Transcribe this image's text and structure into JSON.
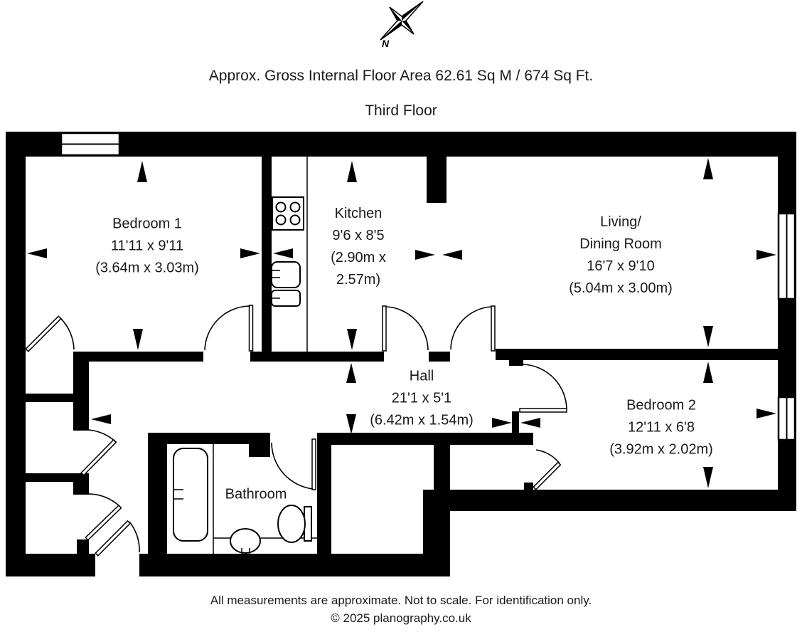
{
  "header": {
    "area": "Approx. Gross Internal Floor Area 62.61 Sq M / 674 Sq Ft.",
    "floor": "Third Floor"
  },
  "compass": {
    "north_label": "N"
  },
  "rooms": {
    "bedroom1": {
      "lines": [
        "Bedroom 1",
        "11'11 x 9'11",
        "(3.64m x 3.03m)"
      ]
    },
    "kitchen": {
      "lines": [
        "Kitchen",
        "9'6 x 8'5",
        "(2.90m x",
        "2.57m)"
      ]
    },
    "living_dining": {
      "lines": [
        "Living/",
        "Dining Room",
        "16'7 x 9'10",
        "(5.04m x 3.00m)"
      ]
    },
    "hall": {
      "lines": [
        "Hall",
        "21'1 x 5'1",
        "(6.42m x 1.54m)"
      ]
    },
    "bedroom2": {
      "lines": [
        "Bedroom 2",
        "12'11 x 6'8",
        "(3.92m x 2.02m)"
      ]
    },
    "bathroom": {
      "lines": [
        "Bathroom"
      ]
    }
  },
  "footer": {
    "disclaimer": "All measurements are approximate. Not to scale. For identification only.",
    "copyright": "© 2025 planography.co.uk"
  },
  "colors": {
    "wall": "#000000",
    "background": "#ffffff",
    "text": "#1a1a1a"
  }
}
